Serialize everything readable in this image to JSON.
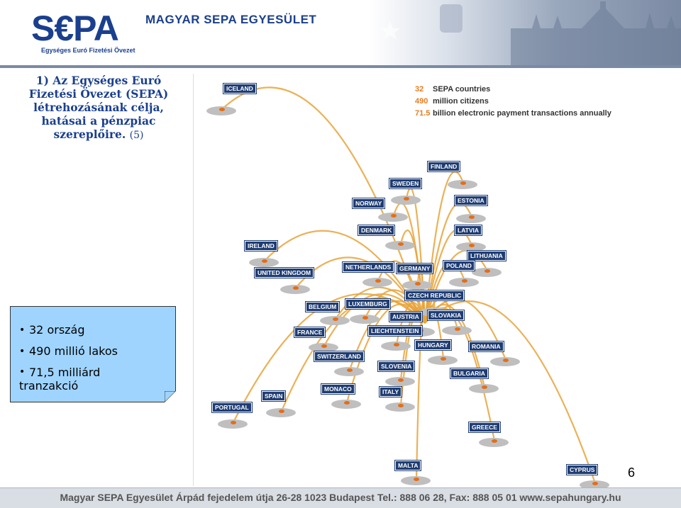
{
  "header": {
    "logo_text": "S€PA",
    "logo_subtitle": "Egységes Euró Fizetési Övezet",
    "org_name": "MAGYAR SEPA EGYESÜLET"
  },
  "slide": {
    "title_lines": [
      "1) Az Egységes Euró",
      "Fizetési Övezet (SEPA)",
      "létrehozásának célja,",
      "hatásai a pénzpiac",
      "szereplőire."
    ],
    "title_number": "(5)",
    "page_number": "6"
  },
  "map": {
    "stats": [
      {
        "value": "32",
        "label": "SEPA countries"
      },
      {
        "value": "490",
        "label": "million citizens"
      },
      {
        "value": "71.5",
        "label": "billion electronic payment transactions annually"
      }
    ],
    "countries": [
      "ICELAND",
      "FINLAND",
      "SWEDEN",
      "ESTONIA",
      "NORWAY",
      "DENMARK",
      "LATVIA",
      "IRELAND",
      "LITHUANIA",
      "UNITED KINGDOM",
      "NETHERLANDS",
      "GERMANY",
      "POLAND",
      "CZECH REPUBLIC",
      "BELGIUM",
      "LUXEMBURG",
      "AUSTRIA",
      "SLOVAKIA",
      "FRANCE",
      "LIECHTENSTEIN",
      "HUNGARY",
      "ROMANIA",
      "SWITZERLAND",
      "SLOVENIA",
      "BULGARIA",
      "MONACO",
      "SPAIN",
      "ITALY",
      "PORTUGAL",
      "GREECE",
      "MALTA",
      "CYPRUS"
    ],
    "line_color": "#e8a33a",
    "tag_color": "#1f3d73"
  },
  "callout": {
    "items": [
      "32 ország",
      "490 millió lakos"
    ],
    "item3_line1": "71,5 milliárd",
    "item3_line2": "tranzakció",
    "color": "#9fd4ff"
  },
  "footer": {
    "text": "Magyar SEPA Egyesület Árpád fejedelem útja 26-28 1023 Budapest Tel.: 888 06 28, Fax: 888 05 01 www.sepahungary.hu"
  }
}
